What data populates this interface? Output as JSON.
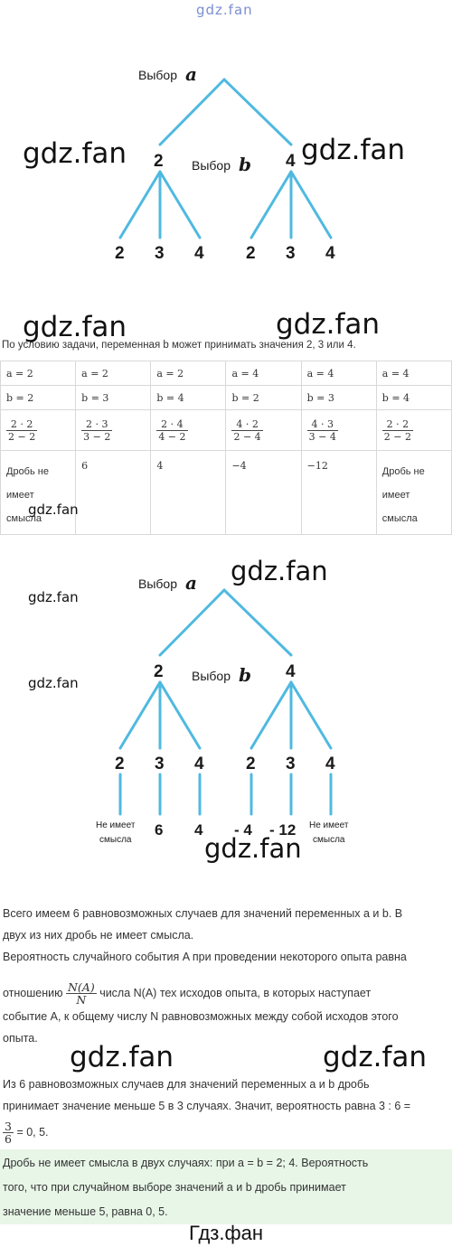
{
  "watermark_top": "gdz.fan",
  "watermark": "gdz.fan",
  "tree1": {
    "choice_a_label": "Выбор",
    "choice_a_var": "a",
    "choice_b_label": "Выбор",
    "choice_b_var": "b",
    "level1": [
      "2",
      "4"
    ],
    "level2": [
      "2",
      "3",
      "4",
      "2",
      "3",
      "4"
    ]
  },
  "intro_text": "По условию задачи, переменная b может принимать значения 2, 3 или 4.",
  "table": {
    "row_a": [
      "a = 2",
      "a = 2",
      "a = 2",
      "a = 4",
      "a = 4",
      "a = 4"
    ],
    "row_b": [
      "b = 2",
      "b = 3",
      "b = 4",
      "b = 2",
      "b = 3",
      "b = 4"
    ],
    "row_frac": [
      {
        "num": "2 · 2",
        "den": "2 − 2"
      },
      {
        "num": "2 · 3",
        "den": "3 − 2"
      },
      {
        "num": "2 · 4",
        "den": "4 − 2"
      },
      {
        "num": "4 · 2",
        "den": "2 − 4"
      },
      {
        "num": "4 · 3",
        "den": "3 − 4"
      },
      {
        "num": "2 · 2",
        "den": "2 − 2"
      }
    ],
    "row_result": [
      "Дробь не имеет смысла",
      "6",
      "4",
      "−4",
      "−12",
      "Дробь не имеет смысла"
    ]
  },
  "tree2": {
    "choice_a_label": "Выбор",
    "choice_a_var": "a",
    "choice_b_label": "Выбор",
    "choice_b_var": "b",
    "level1": [
      "2",
      "4"
    ],
    "level2": [
      "2",
      "3",
      "4",
      "2",
      "3",
      "4"
    ],
    "results": [
      "Не имеет смысла",
      "6",
      "4",
      "- 4",
      "- 12",
      "Не имеет смысла"
    ],
    "no_sense_line1": "Не имеет",
    "no_sense_line2": "смысла"
  },
  "paragraphs": {
    "p1_line1": "Всего имеем 6 равновозможных случаев для значений переменных a и b. В",
    "p1_line2": "двух из них дробь не имеет смысла.",
    "p2_line1": "Вероятность случайного события A при проведении некоторого опыта равна",
    "p2_line2_pre": "отношению",
    "p2_frac_num": "N(A)",
    "p2_frac_den": "N",
    "p2_line2_post": "числа N(A) тех исходов опыта, в которых наступает",
    "p2_line3": "событие A, к общему числу N равновозможных между собой исходов этого",
    "p2_line4": "опыта.",
    "p3_line1": "Из 6 равновозможных случаев для значений переменных a и b дробь",
    "p3_line2": "принимает значение меньше 5 в 3 случаях. Значит, вероятность равна 3 : 6 =",
    "p3_frac_num": "3",
    "p3_frac_den": "6",
    "p3_line3_post": "= 0, 5."
  },
  "conclusion": {
    "line1": "Дробь не имеет смысла в двух случаях: при a = b = 2;  4. Вероятность",
    "line2": "того, что при случайном выборе значений a и b дробь принимает",
    "line3": "значение меньше 5, равна 0, 5."
  },
  "footer": "Гдз.фан",
  "colors": {
    "tree_line": "#4fb9e0",
    "highlight": "#e8f6e8"
  }
}
